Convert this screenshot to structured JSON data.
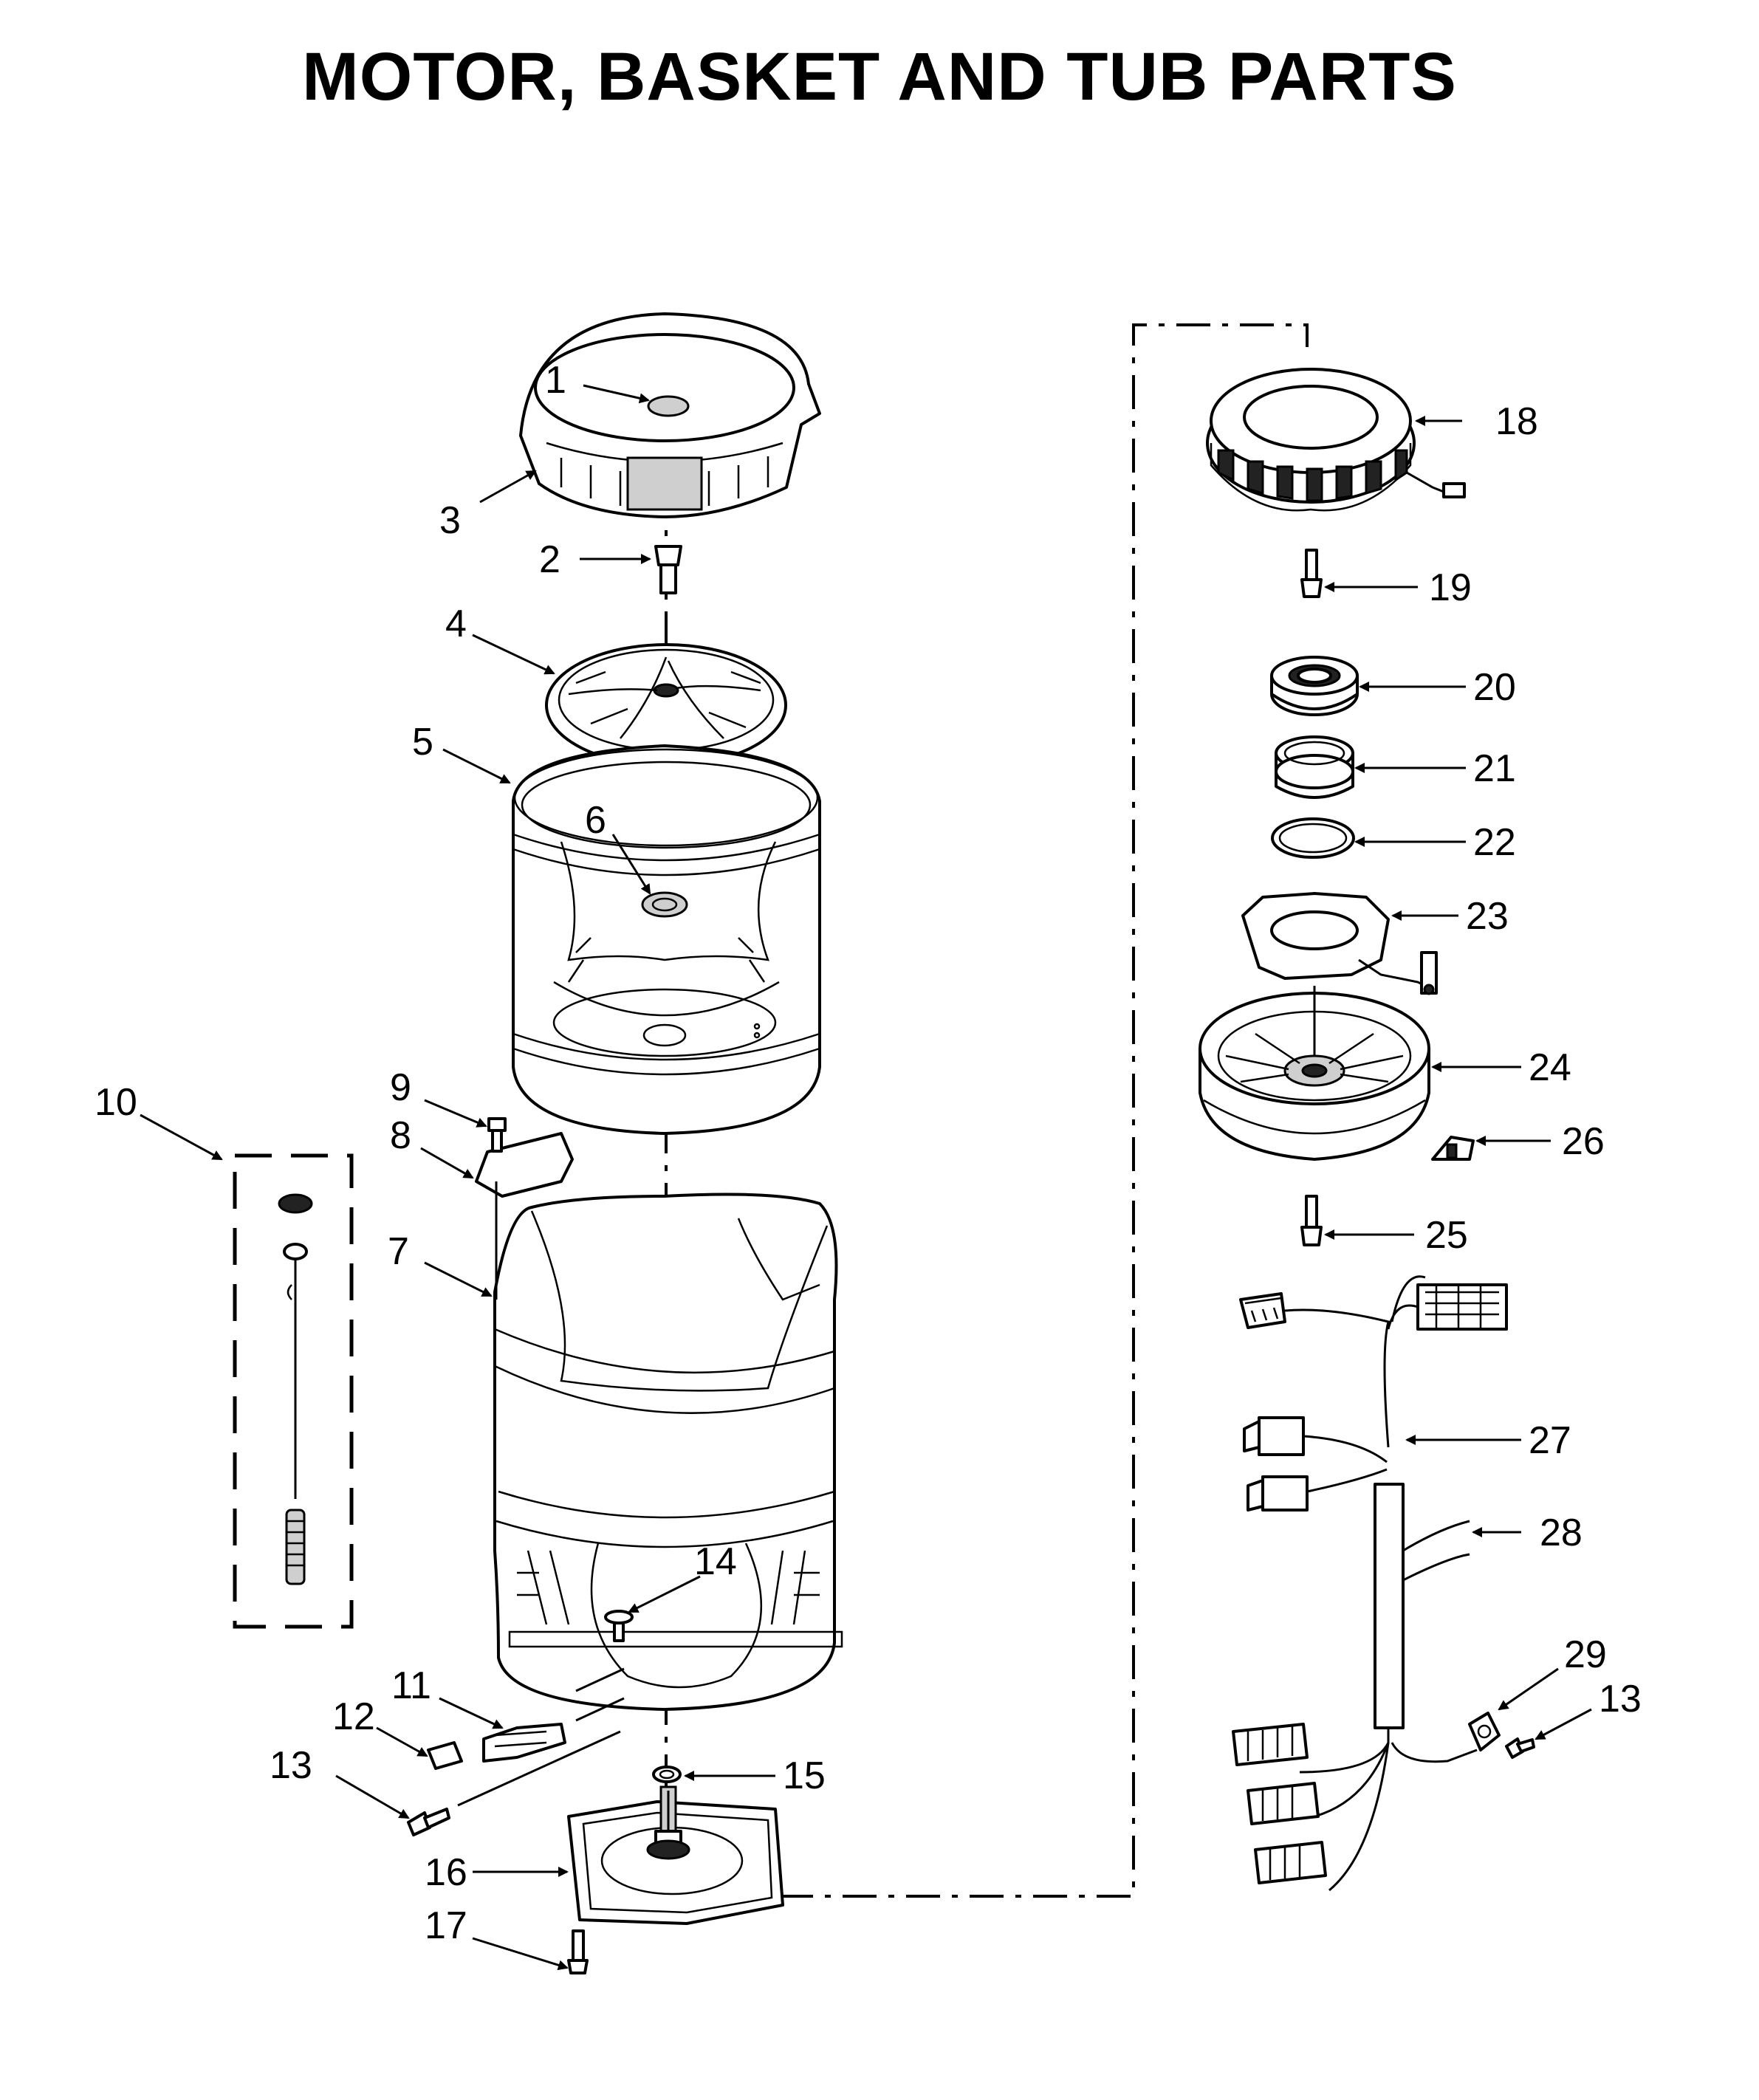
{
  "title": "MOTOR, BASKET AND TUB PARTS",
  "callouts": {
    "c1": "1",
    "c2": "2",
    "c3": "3",
    "c4": "4",
    "c5": "5",
    "c6": "6",
    "c7": "7",
    "c8": "8",
    "c9": "9",
    "c10": "10",
    "c11": "11",
    "c12": "12",
    "c13a": "13",
    "c13b": "13",
    "c14": "14",
    "c15": "15",
    "c16": "16",
    "c17": "17",
    "c18": "18",
    "c19": "19",
    "c20": "20",
    "c21": "21",
    "c22": "22",
    "c23": "23",
    "c24": "24",
    "c25": "25",
    "c26": "26",
    "c27": "27",
    "c28": "28",
    "c29": "29"
  }
}
